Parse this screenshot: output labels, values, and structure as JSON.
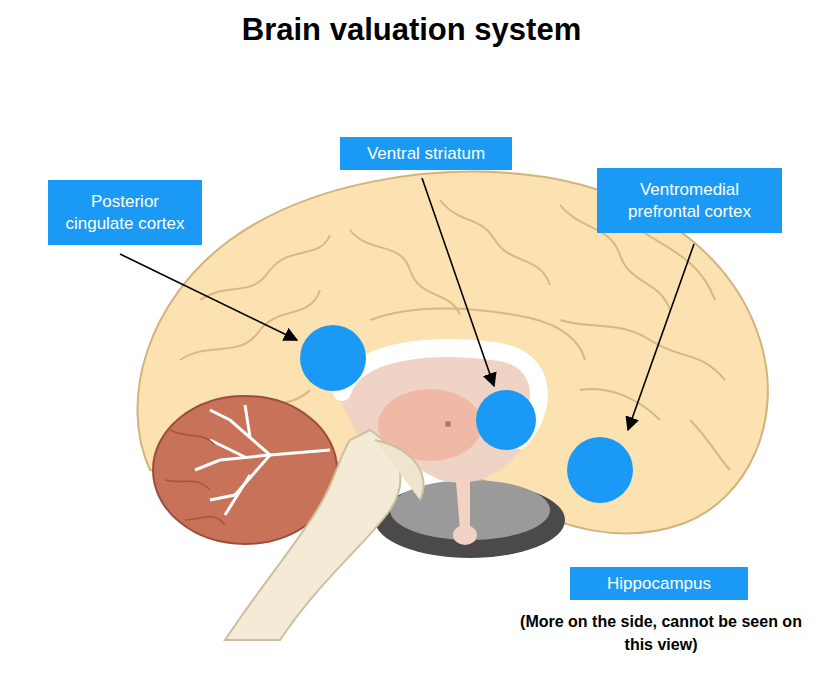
{
  "diagram": {
    "title": "Brain valuation system",
    "nodes": [
      {
        "text": [
          "Posterior cingulate cortex"
        ]
      },
      {
        "text": [
          "Ventral striatum"
        ]
      },
      {
        "text": [
          "Ventromedial prefrontal cortex"
        ]
      },
      {
        "text": [
          "Hippocampus"
        ]
      }
    ],
    "labels": [
      "(More on the side, cannot be seen on this view)"
    ]
  }
}
